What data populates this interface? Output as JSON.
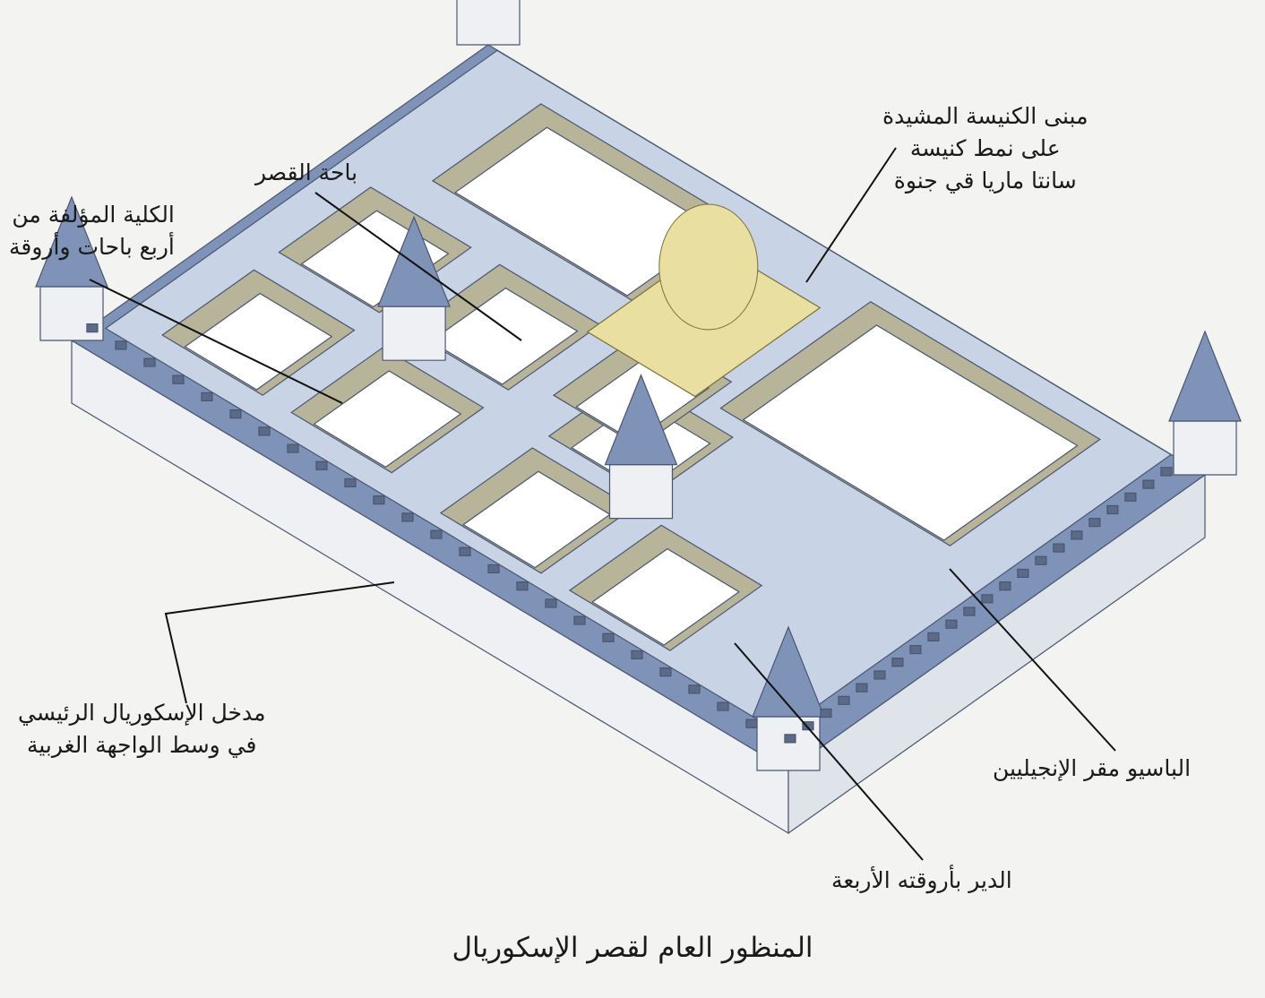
{
  "labels": {
    "church": [
      "مبنى الكنيسة المشيدة",
      "على نمط كنيسة",
      "سانتا ماريا قي جنوة"
    ],
    "palace_court": [
      "باحة القصر"
    ],
    "college": [
      "الكلية المؤلفة من",
      "أربع باحات وأروقة"
    ],
    "entrance": [
      "مدخل الإسكوريال الرئيسي",
      "في وسط الواجهة الغربية"
    ],
    "evangelists": [
      "الباسيو مقر الإنجيليين"
    ],
    "monastery": [
      "الدير بأروقته الأربعة"
    ]
  },
  "caption": "المنظور العام لقصر الإسكوريال",
  "colors": {
    "background": "#f3f3f1",
    "roof": "#7f93b8",
    "wall": "#eef0f4",
    "courtyard": "#ffffff",
    "church": "#e8dfa0",
    "line": "#111111"
  }
}
